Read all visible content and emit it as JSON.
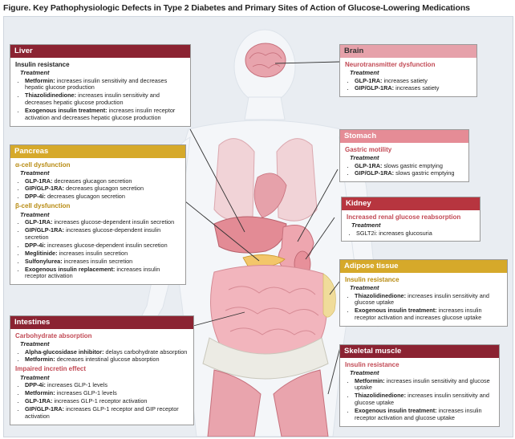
{
  "figure_title": "Figure. Key Pathophysiologic Defects in Type 2 Diabetes and Primary Sites of Action of Glucose-Lowering Medications",
  "boxes": {
    "liver": {
      "title": "Liver",
      "sections": [
        {
          "heading": "Insulin resistance",
          "treatment_label": "Treatment",
          "items": [
            {
              "drug": "Metformin:",
              "text": " increases insulin sensitivity and decreases hepatic glucose production"
            },
            {
              "drug": "Thiazolidinedione:",
              "text": " increases insulin sensitivity and decreases hepatic glucose production"
            },
            {
              "drug": "Exogenous insulin treatment:",
              "text": " increases insulin receptor activation and decreases hepatic glucose production"
            }
          ]
        }
      ]
    },
    "pancreas": {
      "title": "Pancreas",
      "sections": [
        {
          "heading": "α-cell dysfunction",
          "treatment_label": "Treatment",
          "items": [
            {
              "drug": "GLP-1RA:",
              "text": " decreases glucagon secretion"
            },
            {
              "drug": "GIP/GLP-1RA:",
              "text": " decreases glucagon secretion"
            },
            {
              "drug": "DPP-4i:",
              "text": " decreases glucagon secretion"
            }
          ]
        },
        {
          "heading": "β-cell dysfunction",
          "treatment_label": "Treatment",
          "items": [
            {
              "drug": "GLP-1RA:",
              "text": " increases glucose-dependent insulin secretion"
            },
            {
              "drug": "GIP/GLP-1RA:",
              "text": " increases glucose-dependent insulin secretion"
            },
            {
              "drug": "DPP-4i:",
              "text": " increases glucose-dependent insulin secretion"
            },
            {
              "drug": "Meglitinide:",
              "text": " increases insulin secretion"
            },
            {
              "drug": "Sulfonylurea:",
              "text": " increases insulin secretion"
            },
            {
              "drug": "Exogenous insulin replacement:",
              "text": " increases insulin receptor activation"
            }
          ]
        }
      ]
    },
    "intestines": {
      "title": "Intestines",
      "sections": [
        {
          "heading": "Carbohydrate absorption",
          "treatment_label": "Treatment",
          "items": [
            {
              "drug": "Alpha-glucosidase inhibitor:",
              "text": " delays carbohydrate absorption"
            },
            {
              "drug": "Metformin:",
              "text": " decreases intestinal glucose absorption"
            }
          ]
        },
        {
          "heading": "Impaired incretin effect",
          "treatment_label": "Treatment",
          "items": [
            {
              "drug": "DPP-4i:",
              "text": " increases GLP-1 levels"
            },
            {
              "drug": "Metformin:",
              "text": " increases GLP-1 levels"
            },
            {
              "drug": "GLP-1RA:",
              "text": " increases GLP-1 receptor activation"
            },
            {
              "drug": "GIP/GLP-1RA:",
              "text": " increases GLP-1 receptor and GIP receptor activation"
            }
          ]
        }
      ]
    },
    "brain": {
      "title": "Brain",
      "sections": [
        {
          "heading": "Neurotransmitter dysfunction",
          "treatment_label": "Treatment",
          "items": [
            {
              "drug": "GLP-1RA:",
              "text": " increases satiety"
            },
            {
              "drug": "GIP/GLP-1RA:",
              "text": " increases satiety"
            }
          ]
        }
      ]
    },
    "stomach": {
      "title": "Stomach",
      "sections": [
        {
          "heading": "Gastric motility",
          "treatment_label": "Treatment",
          "items": [
            {
              "drug": "GLP-1RA:",
              "text": " slows gastric emptying"
            },
            {
              "drug": "GIP/GLP-1RA:",
              "text": " slows gastric emptying"
            }
          ]
        }
      ]
    },
    "kidney": {
      "title": "Kidney",
      "sections": [
        {
          "heading": "Increased renal glucose reabsorption",
          "treatment_label": "Treatment",
          "items": [
            {
              "drug": "",
              "text": "SGLT2i: increases glucosuria"
            }
          ]
        }
      ]
    },
    "adipose": {
      "title": "Adipose tissue",
      "sections": [
        {
          "heading": "Insulin resistance",
          "treatment_label": "Treatment",
          "items": [
            {
              "drug": "Thiazolidinedione:",
              "text": " increases insulin sensitivity and glucose uptake"
            },
            {
              "drug": "Exogenous insulin treatment:",
              "text": " increases insulin receptor activation and increases glucose uptake"
            }
          ]
        }
      ]
    },
    "muscle": {
      "title": "Skeletal muscle",
      "sections": [
        {
          "heading": "Insulin resistance",
          "treatment_label": "Treatment",
          "items": [
            {
              "drug": "Metformin:",
              "text": " increases insulin sensitivity and glucose uptake"
            },
            {
              "drug": "Thiazolidinedione:",
              "text": " increases insulin sensitivity and glucose uptake"
            },
            {
              "drug": "Exogenous insulin treatment:",
              "text": " increases insulin receptor activation and glucose uptake"
            }
          ]
        }
      ]
    }
  },
  "colors": {
    "red_header": "#8b2332",
    "gold_header": "#d6a92a",
    "red_subheading": "#c24a55",
    "gold_subheading": "#b88b12",
    "background": "#e9edf2",
    "body_silhouette": "#f3f5f8",
    "organ_pink": "#efb3ba"
  }
}
